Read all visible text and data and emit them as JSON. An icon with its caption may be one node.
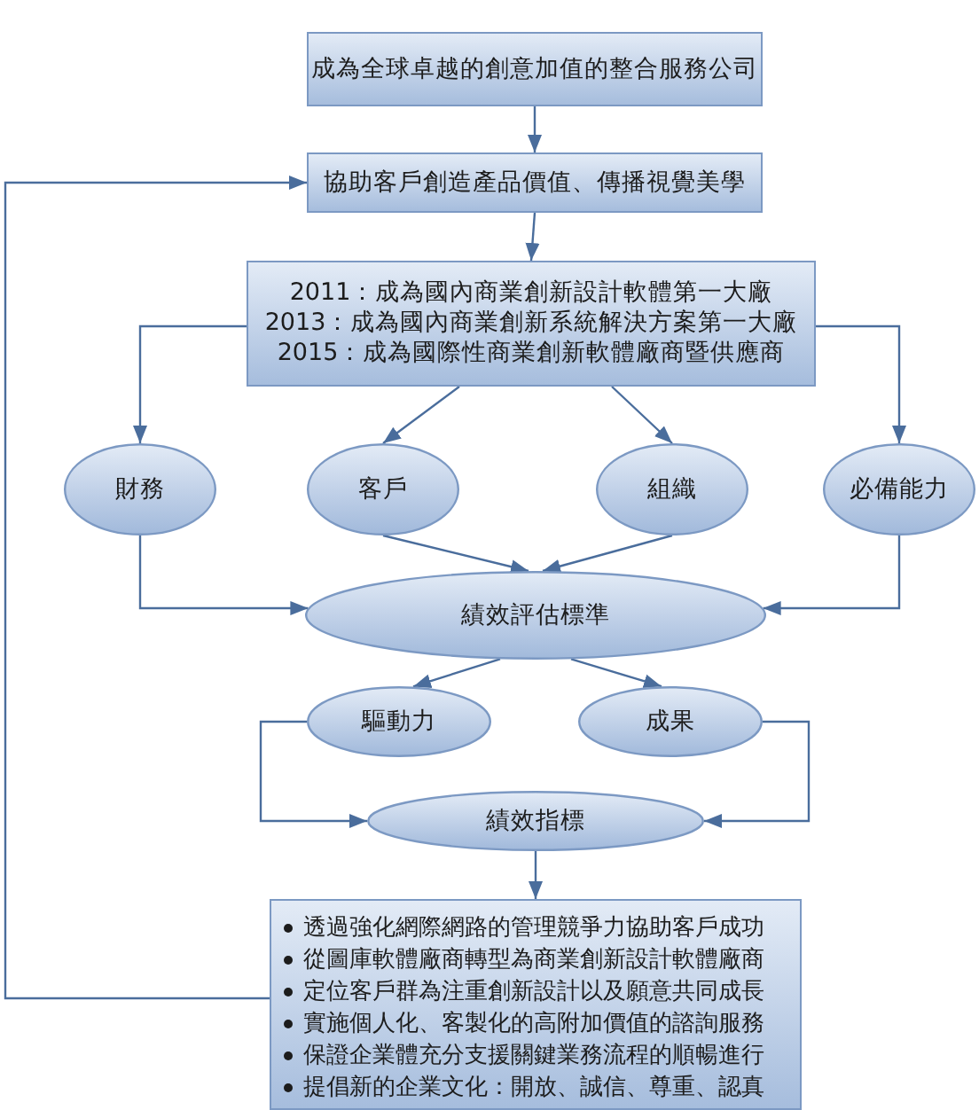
{
  "diagram": {
    "nodes": [
      {
        "text": [
          "成為全球卓越的創意加值的整合服務公司"
        ]
      },
      {
        "text": [
          "協助客戶創造產品價值、傳播視覺美學"
        ]
      },
      {
        "text": [
          "2011：成為國內商業創新設計軟體第一大廠",
          "2013：成為國內商業創新系統解決方案第一大廠",
          "2015：成為國際性商業創新軟體廠商暨供應商"
        ]
      },
      {
        "text": [
          "財務"
        ]
      },
      {
        "text": [
          "客戶"
        ]
      },
      {
        "text": [
          "組織"
        ]
      },
      {
        "text": [
          "必備能力"
        ]
      },
      {
        "text": [
          "績效評估標準"
        ]
      },
      {
        "text": [
          "驅動力"
        ]
      },
      {
        "text": [
          "成果"
        ]
      },
      {
        "text": [
          "績效指標"
        ]
      },
      {
        "text": [
          "透過強化網際網路的管理競爭力協助客戶成功",
          "從圖庫軟體廠商轉型為商業創新設計軟體廠商",
          "定位客戶群為注重創新設計以及願意共同成長",
          "實施個人化、客製化的高附加價值的諮詢服務",
          "保證企業體充分支援關鍵業務流程的順暢進行",
          "提倡新的企業文化：開放、誠信、尊重、認真"
        ]
      }
    ],
    "edges": [
      {
        "from": 0,
        "to": 1,
        "arrow": "to"
      },
      {
        "from": 1,
        "to": 2,
        "arrow": "to"
      },
      {
        "from": 2,
        "to": 3,
        "arrow": "to"
      },
      {
        "from": 2,
        "to": 4,
        "arrow": "to"
      },
      {
        "from": 2,
        "to": 5,
        "arrow": "to"
      },
      {
        "from": 2,
        "to": 6,
        "arrow": "to"
      },
      {
        "from": 3,
        "to": 7,
        "arrow": "to"
      },
      {
        "from": 4,
        "to": 7,
        "arrow": "to"
      },
      {
        "from": 5,
        "to": 7,
        "arrow": "to"
      },
      {
        "from": 6,
        "to": 7,
        "arrow": "to"
      },
      {
        "from": 7,
        "to": 8,
        "arrow": "to"
      },
      {
        "from": 7,
        "to": 9,
        "arrow": "to"
      },
      {
        "from": 8,
        "to": 10,
        "arrow": "to"
      },
      {
        "from": 9,
        "to": 10,
        "arrow": "to"
      },
      {
        "from": 10,
        "to": 11,
        "arrow": "to"
      },
      {
        "from": 11,
        "to": 1,
        "arrow": "to"
      }
    ]
  }
}
